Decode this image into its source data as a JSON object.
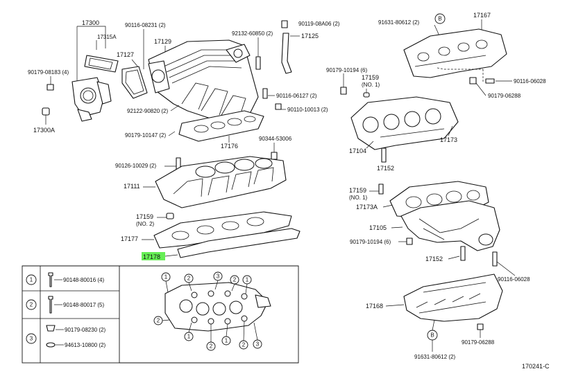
{
  "diagram_code": "170241-C",
  "symbol_1": "1",
  "symbol_2": "2",
  "symbol_3": "3",
  "symbol_b": "B",
  "labels": {
    "p17300": "17300",
    "p17315A": "17315A",
    "p90179_08183": "90179-08183 (4)",
    "p17300A": "17300A",
    "p90116_08231": "90116-08231 (2)",
    "p17127": "17127",
    "p17129": "17129",
    "p92132_60850": "92132-60850 (2)",
    "p90119_08A06": "90119-08A06 (2)",
    "p17125": "17125",
    "p90116_06127": "90116-06127 (2)",
    "p92122_90820": "92122-90820 (2)",
    "p90110_10013": "90110-10013 (2)",
    "p90179_10147": "90179-10147 (2)",
    "p17176": "17176",
    "p90344_53006": "90344-53006",
    "p90126_10029": "90126-10029 (2)",
    "p17111": "17111",
    "p17159_no2": "17159",
    "no2": "(NO. 2)",
    "p17177": "17177",
    "p17178": "17178",
    "p91631_80612_top": "91631-80612 (2)",
    "p17167": "17167",
    "p90179_10194_top": "90179-10194 (6)",
    "p17159_no1_top": "17159",
    "no1_top": "(NO. 1)",
    "p90116_06028_top": "90116-06028",
    "p90179_06288_top": "90179-06288",
    "p17104": "17104",
    "p17173": "17173",
    "p17152_top": "17152",
    "p17159_no1_mid": "17159",
    "no1_mid": "(NO. 1)",
    "p17173A": "17173A",
    "p17105": "17105",
    "p90179_10194_mid": "90179-10194 (6)",
    "p17152_mid": "17152",
    "p90116_06028_bot": "90116-06028",
    "p17168": "17168",
    "p90179_06288_bot": "90179-06288",
    "p91631_80612_bot": "91631-80612 (2)"
  },
  "legend": [
    {
      "symbol": "1",
      "part": "90148-80016 (4)"
    },
    {
      "symbol": "2",
      "part": "90148-80017 (5)"
    },
    {
      "symbol": "3",
      "part": "90179-08230 (2)",
      "part2": "94613-10800 (2)"
    }
  ],
  "colors": {
    "highlight": "#66ee55",
    "ink": "#111111",
    "background": "#ffffff"
  }
}
